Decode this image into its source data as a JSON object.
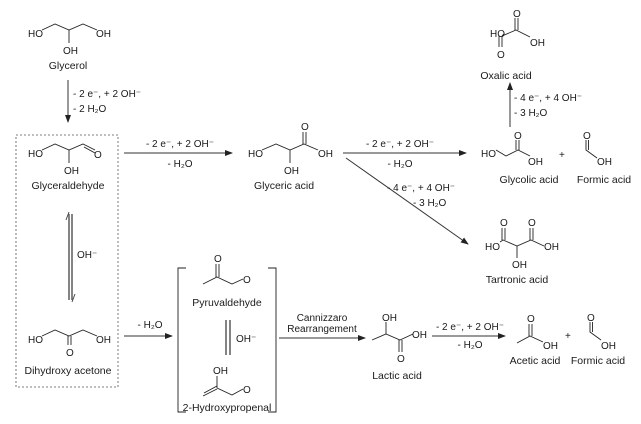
{
  "compounds": {
    "glycerol": {
      "name": "Glycerol",
      "atoms": [
        "HO",
        "OH",
        "OH"
      ]
    },
    "glyceraldehyde": {
      "name": "Glyceraldehyde",
      "atoms": [
        "HO",
        "OH",
        "O"
      ]
    },
    "dihydroxy_acetone": {
      "name": "Dihydroxy acetone",
      "atoms": [
        "HO",
        "OH",
        "O"
      ]
    },
    "glyceric_acid": {
      "name": "Glyceric acid",
      "atoms": [
        "HO",
        "OH",
        "O",
        "OH"
      ]
    },
    "glycolic_acid": {
      "name": "Glycolic acid",
      "atoms": [
        "HO",
        "O",
        "OH"
      ]
    },
    "formic_acid_top": {
      "name": "Formic acid",
      "atoms": [
        "O",
        "OH"
      ]
    },
    "oxalic_acid": {
      "name": "Oxalic acid",
      "atoms": [
        "HO",
        "O",
        "OH",
        "O"
      ]
    },
    "tartronic_acid": {
      "name": "Tartronic acid",
      "atoms": [
        "HO",
        "O",
        "O",
        "OH",
        "OH"
      ]
    },
    "pyruvaldehyde": {
      "name": "Pyruvaldehyde",
      "atoms": [
        "O",
        "O"
      ]
    },
    "hydroxypropenal": {
      "name": "2-Hydroxypropenal",
      "atoms": [
        "OH",
        "O"
      ]
    },
    "lactic_acid": {
      "name": "Lactic acid",
      "atoms": [
        "OH",
        "OH",
        "O"
      ]
    },
    "acetic_acid": {
      "name": "Acetic acid",
      "atoms": [
        "O",
        "OH"
      ]
    },
    "formic_acid_bottom": {
      "name": "Formic acid",
      "atoms": [
        "O",
        "OH"
      ]
    }
  },
  "reactions": {
    "glycerol_to_glyceraldehyde": [
      "- 2 e⁻, + 2 OH⁻",
      "- 2 H₂O"
    ],
    "glyceraldehyde_dha_equilibrium": [
      "OH⁻"
    ],
    "glyceraldehyde_to_glyceric": [
      "- 2 e⁻, + 2 OH⁻",
      "- H₂O"
    ],
    "glyceric_to_glycolic": [
      "- 2 e⁻, + 2 OH⁻",
      "- H₂O"
    ],
    "glyceric_to_tartronic": [
      "- 4 e⁻, + 4 OH⁻",
      "- 3 H₂O"
    ],
    "glycolic_to_oxalic": [
      "- 4 e⁻, + 4 OH⁻",
      "- 3 H₂O"
    ],
    "dha_to_intermediates": [
      "- H₂O"
    ],
    "pyruvaldehyde_equilibrium": [
      "OH⁻"
    ],
    "intermediates_to_lactic": [
      "Cannizzaro",
      "Rearrangement"
    ],
    "lactic_to_acetic": [
      "- 2 e⁻, + 2 OH⁻",
      "- H₂O"
    ]
  },
  "plus_sign": "+"
}
